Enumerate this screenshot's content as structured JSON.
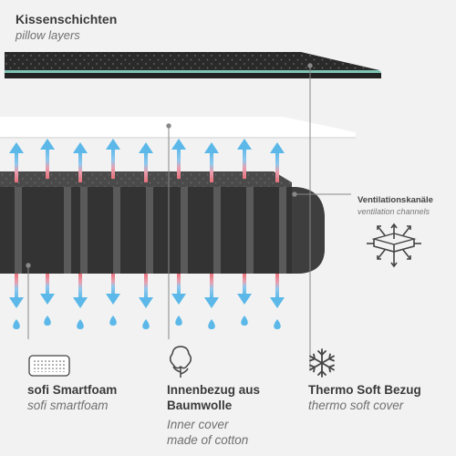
{
  "header": {
    "title": "Kissenschichten",
    "subtitle": "pillow layers"
  },
  "callouts": {
    "ventilation": {
      "title": "Ventilationskanäle",
      "subtitle": "ventilation channels",
      "icon": "airflow-arrows-icon"
    }
  },
  "features": [
    {
      "title": "sofi Smartfoam",
      "subtitle": "sofi smartfoam",
      "icon": "foam-pattern-icon"
    },
    {
      "title_line1": "Innenbezug aus",
      "title_line2": "Baumwolle",
      "subtitle_line1": "Inner cover",
      "subtitle_line2": "made of cotton",
      "icon": "cotton-plant-icon"
    },
    {
      "title": "Thermo Soft Bezug",
      "subtitle": "thermo soft cover",
      "icon": "snowflake-icon"
    }
  ],
  "colors": {
    "background": "#f2f2f2",
    "cover": "#2a2a2a",
    "teal_edge": "#7fc4b4",
    "inner_cover": "#ffffff",
    "foam": "#3a3a3a",
    "channel": "#5a5a5a",
    "arrow_blue": "#5bb8e8",
    "arrow_red": "#e8707a",
    "drop_blue": "#5bb8e8",
    "leader_line": "#888888"
  }
}
